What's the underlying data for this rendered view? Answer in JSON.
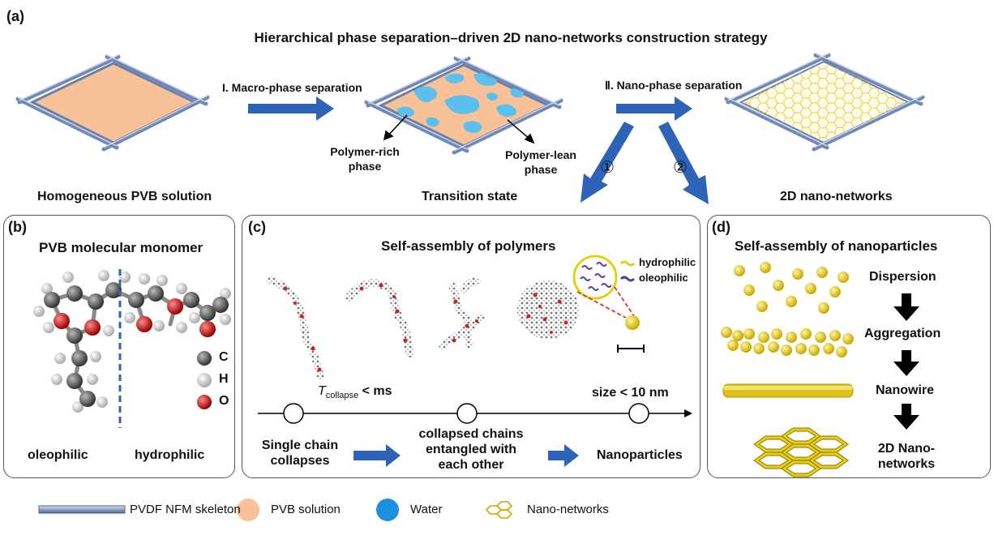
{
  "panel_a": {
    "letter": "(a)",
    "title": "Hierarchical  phase separation–driven 2D nano-networks construction strategy",
    "step1": "I. Macro-phase separation",
    "step2": "Ⅱ. Nano-phase separation",
    "rich_line1": "Polymer-rich",
    "rich_line2": "phase",
    "lean_line1": "Polymer-lean",
    "lean_line2": "phase",
    "circle1": "①",
    "circle2": "②",
    "caption_left": "Homogeneous PVB solution",
    "caption_mid": "Transition state",
    "caption_right": "2D nano-networks"
  },
  "panel_b": {
    "letter": "(b)",
    "title": "PVB molecular monomer",
    "atoms": [
      {
        "symbol": "C",
        "color": "#555555"
      },
      {
        "symbol": "H",
        "color": "#eeeeee"
      },
      {
        "symbol": "O",
        "color": "#cc1111"
      }
    ],
    "left_label": "oleophilic",
    "right_label": "hydrophilic"
  },
  "panel_c": {
    "letter": "(c)",
    "title": "Self-assembly of polymers",
    "legend_hydrophilic": "hydrophilic",
    "legend_oleophilic": "oleophilic",
    "t_symbol": "T",
    "t_sub": "collapse",
    "t_rest": " < ms",
    "size_label": "size < 10 nm",
    "stage1_line1": "Single chain",
    "stage1_line2": "collapses",
    "stage2_line1": "collapsed chains",
    "stage2_line2": "entangled with",
    "stage2_line3": "each other",
    "stage3": "Nanoparticles"
  },
  "panel_d": {
    "letter": "(d)",
    "title": "Self-assembly of nanoparticles",
    "steps": [
      "Dispersion",
      "Aggregation",
      "Nanowire",
      "2D Nano-",
      "networks"
    ]
  },
  "legend": {
    "skeleton": "PVDF NFM skeleton",
    "solution": "PVB solution",
    "water": "Water",
    "network": "Nano-networks"
  },
  "colors": {
    "frame": "#8fa6cf",
    "solution": "#f8c197",
    "water": "#2d9ee8",
    "water_drop": "#5cc0ee",
    "arrow": "#2e64b8",
    "gold": "#e6cf14",
    "purple": "#5a3fa0",
    "red_dash": "#e53030",
    "black": "#000000"
  }
}
